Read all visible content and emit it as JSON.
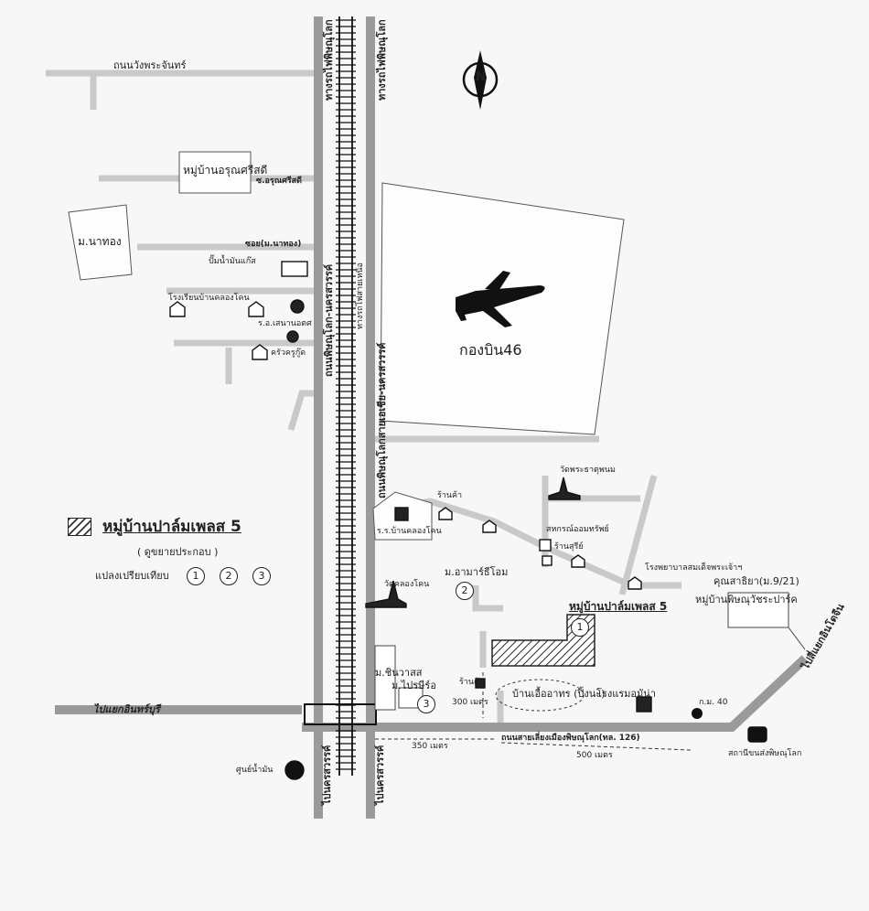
{
  "north_symbol": "N",
  "roads": {
    "r1": "ถนนวังพระจันทร์",
    "rail_left_top": "ทางรถไฟพิษณุโลก",
    "rail_right_top": "ทางรถไฟพิษณุโลก",
    "hwy_left": "ถนนพิษณุโลก-นครสวรรค์",
    "hwy_right": "ถนนพิษณุโลกสายเอเชีย-นครสวรรค์",
    "rail_mid": "ทางรถไฟสายเหนือ",
    "main_road": "ไปแยกอินทร์บุรี",
    "bottom_left": "ไปนครสวรรค์",
    "bottom_right": "ไปนครสวรรค์",
    "to_city": "ไปสี่แยกอินโดจีน",
    "road_126": "ถนนสายเลี่ยงเมืองพิษณุโลก(ทล. 126)"
  },
  "places": {
    "village_top": "หมู่บ้านอรุณศรีสดี",
    "soi_arun": "ซ.อรุณศรีสดี",
    "mb_natong": "ม.นาทอง",
    "soi_natong": "ซอย(ม.นาทอง)",
    "pump": "ปั๊มน้ำมันแก๊ส",
    "school": "โรงเรียนบ้านคลองโคน",
    "rdiv": "ร.อ.เสนานอตศ",
    "teacher": "ครัวครูกู๊ด",
    "airbase": "กองบิน46",
    "shop1": "ร้านค้า",
    "shop2": "ร.ร.บ้านคลองโคน",
    "temple1": "วัดพระธาตุพนม",
    "temple2": "วัดคลองโคน",
    "mb_ama": "ม.อามาร์ธีโอม",
    "coop": "สหกรณ์ออมทรัพย์",
    "store": "ร้านสุรีย์",
    "office": "โรงพยาบาลสมเด็จพระเจ้าฯ",
    "kunsathaya": "คุณสาธิยา(ม.9/21)",
    "mb_park": "หมู่บ้านพิษณุวัชระปาร์ค",
    "palm_label": "หมู่บ้านปาล์มเพลส 5",
    "mb_chin": "ม.ชินวาสส",
    "mb_bypass": "ม.ไปรษีร์อ",
    "shop3": "ร้านค้า",
    "house": "บ้านเอื้ออาทร (ปิ้งนะ)",
    "hotel": "โรงแรมอมัน่า",
    "km": "ก.ม. 40",
    "bus": "สถานีขนส่งพิษณุโลก",
    "gas": "ศูนย์น้ำมัน",
    "dist_500a": "300 เมตร",
    "dist_350": "350 เมตร",
    "dist_500b": "500 เมตร"
  },
  "legend": {
    "title": "หมู่บ้านปาล์มเพลส 5",
    "sub": "( ดูขยายประกอบ )",
    "plots_label": "แปลงเปรียบเทียบ",
    "plots": [
      "1",
      "2",
      "3"
    ]
  },
  "markers": {
    "m1": "1",
    "m2": "2",
    "m3": "3"
  }
}
